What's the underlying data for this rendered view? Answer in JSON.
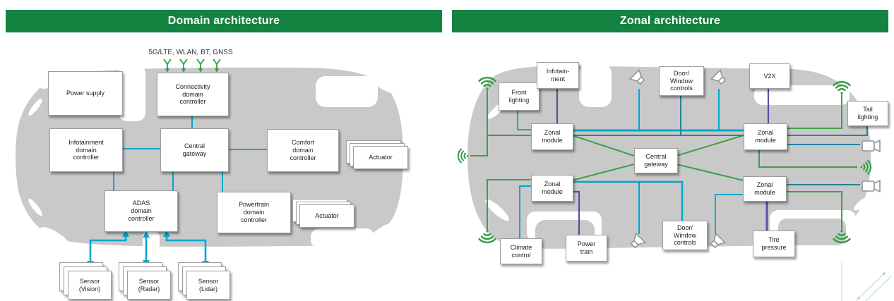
{
  "colors": {
    "header_bg": "#148240",
    "header_text": "#ffffff",
    "car_gray": "#c9c9c9",
    "teal_line": "#00a8cc",
    "petrol_line": "#2780a0",
    "green_line": "#3da048",
    "purple_line": "#584fa0",
    "icon_green": "#2f9e45",
    "icon_gray": "#8f959b"
  },
  "icons": [
    "antenna-icon",
    "wifi-icon",
    "sound-wave-icon",
    "speaker-icon",
    "camera-icon"
  ],
  "domain_panel": {
    "title": "Domain architecture",
    "antenna_label": "5G/LTE, WLAN, BT, GNSS",
    "nodes": {
      "power_supply": "Power supply",
      "connectivity": "Connectivity\ndomain\ncontroller",
      "infotainment": "Infotainment\ndomain\ncontroller",
      "central_gateway": "Central\ngateway",
      "comfort": "Comfort\ndomain\ncontroller",
      "actuator_top": "Actuator",
      "adas": "ADAS\ndomain\ncontroller",
      "powertrain": "Powertrain\ndomain\ncontroller",
      "actuator_bottom": "Actuator",
      "sensor_vision": "Sensor\n(Vision)",
      "sensor_radar": "Sensor\n(Radar)",
      "sensor_lidar": "Sensor\n(Lidar)"
    }
  },
  "zonal_panel": {
    "title": "Zonal architecture",
    "nodes": {
      "front_lighting": "Front\nlighting",
      "infotainment": "Infotain-\nment",
      "door_window_top": "Door/\nWindow\ncontrols",
      "v2x": "V2X",
      "tail_lighting": "Tail\nlighting",
      "zonal_module_tl": "Zonal\nmodule",
      "zonal_module_tr": "Zonal\nmodule",
      "central_gateway": "Central\ngateway",
      "zonal_module_bl": "Zonal\nmodule",
      "zonal_module_br": "Zonal\nmodule",
      "climate_control": "Climate\ncontrol",
      "power_train": "Power\ntrain",
      "door_window_bottom": "Door/\nWindow\ncontrols",
      "tire_pressure": "Tire\npressure"
    }
  }
}
